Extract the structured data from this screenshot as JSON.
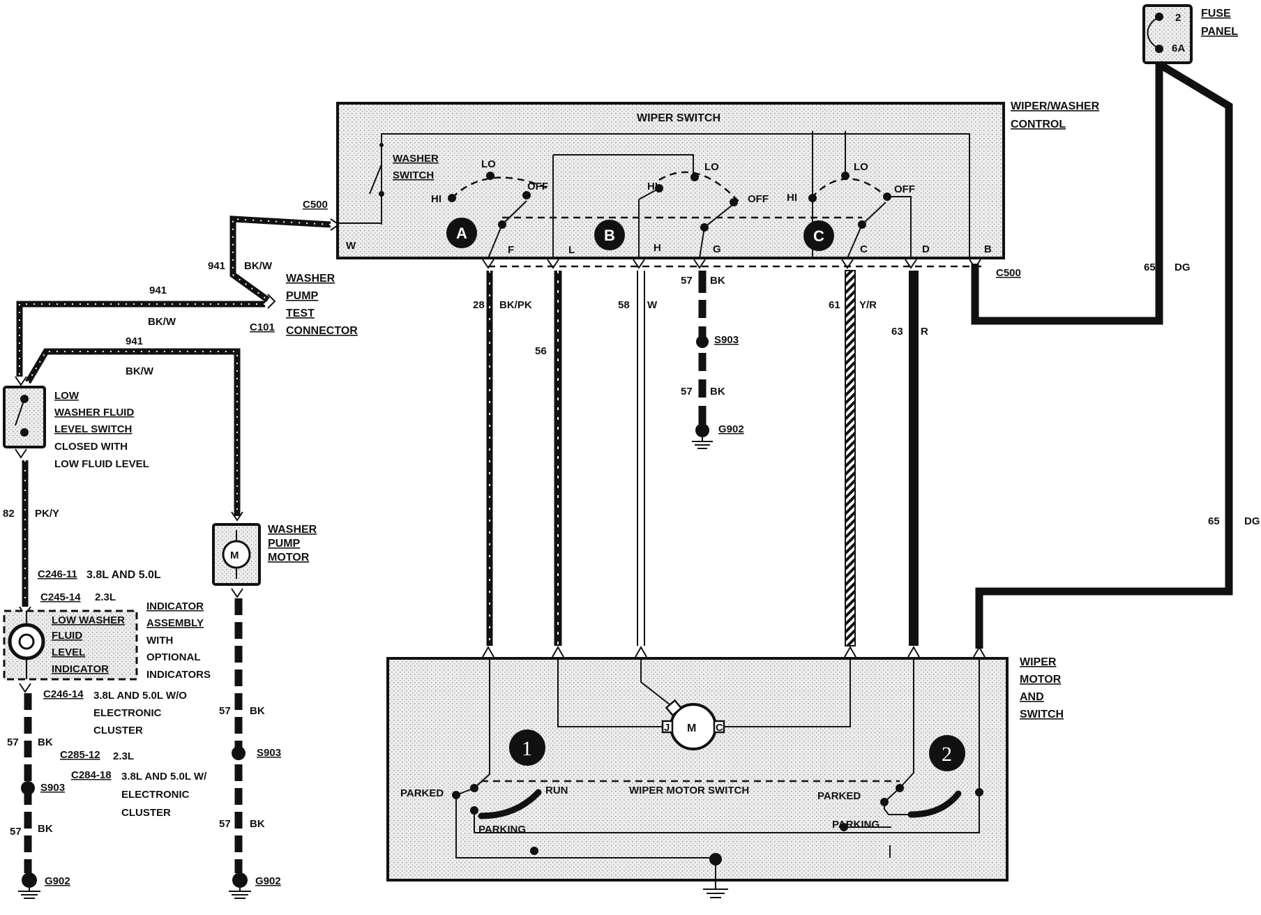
{
  "fuse_panel": {
    "label_1": "FUSE",
    "label_2": "PANEL",
    "fuse_number": "2",
    "fuse_rating": "6A"
  },
  "wiper_washer_control": {
    "label_1": "WIPER/WASHER",
    "label_2": "CONTROL",
    "wiper_switch": "WIPER SWITCH"
  },
  "washer_switch": {
    "label_1": "WASHER",
    "label_2": "SWITCH"
  },
  "switch_positions": {
    "hi": "HI",
    "lo": "LO",
    "off": "OFF"
  },
  "switch_sections": [
    "A",
    "B",
    "C"
  ],
  "pins": {
    "w": "W",
    "f": "F",
    "l": "L",
    "h": "H",
    "g": "G",
    "c": "C",
    "d": "D",
    "b": "B"
  },
  "connectors": {
    "c500": "C500",
    "c101": "C101"
  },
  "washer_pump_test_connector": [
    "WASHER",
    "PUMP",
    "TEST",
    "CONNECTOR"
  ],
  "wires": {
    "w941": {
      "circuit": "941",
      "color": "BK/W"
    },
    "w28": {
      "circuit": "28",
      "color": "BK/PK"
    },
    "w56": {
      "circuit": "56"
    },
    "w58": {
      "circuit": "58",
      "color": "W"
    },
    "w57": {
      "circuit": "57",
      "color": "BK"
    },
    "w61": {
      "circuit": "61",
      "color": "Y/R"
    },
    "w63": {
      "circuit": "63",
      "color": "R"
    },
    "w65": {
      "circuit": "65",
      "color": "DG"
    },
    "w82": {
      "circuit": "82",
      "color": "PK/Y"
    }
  },
  "splices": {
    "s903": "S903"
  },
  "grounds": {
    "g902": "G902"
  },
  "low_fluid_switch": [
    "LOW",
    "WASHER FLUID",
    "LEVEL SWITCH",
    "CLOSED WITH",
    "LOW FLUID LEVEL"
  ],
  "washer_pump_motor": [
    "WASHER",
    "PUMP",
    "MOTOR"
  ],
  "motor_symbol": "M",
  "indicator": {
    "c246_11": "C246-11",
    "c246_11_note": "3.8L AND 5.0L",
    "c245_14": "C245-14",
    "c245_14_note": "2.3L",
    "box_label": [
      "LOW WASHER",
      "FLUID",
      "LEVEL",
      "INDICATOR"
    ],
    "assembly_label": [
      "INDICATOR",
      "ASSEMBLY",
      "WITH",
      "OPTIONAL",
      "INDICATORS"
    ],
    "c246_14": "C246-14",
    "c246_14_note": [
      "3.8L AND 5.0L W/O",
      "ELECTRONIC",
      "CLUSTER"
    ],
    "c285_12": "C285-12",
    "c285_12_note": "2.3L",
    "c284_18": "C284-18",
    "c284_18_note": [
      "3.8L AND 5.0L W/",
      "ELECTRONIC",
      "CLUSTER"
    ]
  },
  "wiper_motor": {
    "label": [
      "WIPER",
      "MOTOR",
      "AND",
      "SWITCH"
    ],
    "motor_switch": "WIPER MOTOR SWITCH",
    "parked": "PARKED",
    "run": "RUN",
    "parking": "PARKING",
    "section_1": "1",
    "section_2": "2",
    "motor_pin_j": "J",
    "motor_pin_c": "C"
  }
}
